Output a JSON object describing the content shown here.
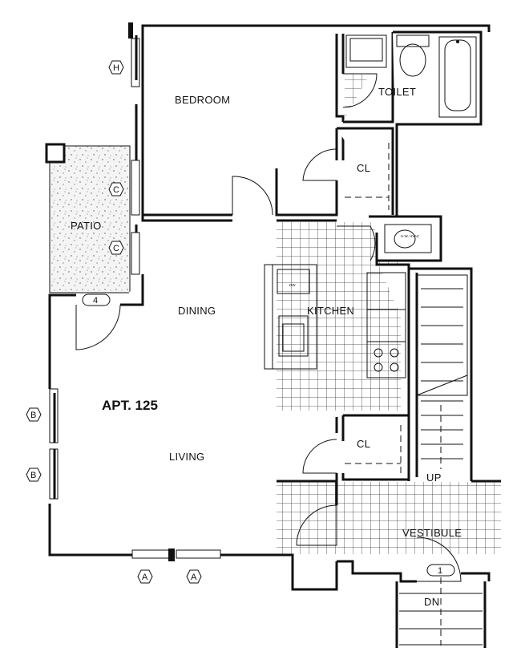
{
  "rooms": {
    "bedroom": "BEDROOM",
    "toilet": "TOILET",
    "closet_top": "CL",
    "patio": "PATIO",
    "dining": "DINING",
    "kitchen": "KITCHEN",
    "apartment": "APT. 125",
    "living": "LIVING",
    "closet_bottom": "CL",
    "vestibule": "VESTIBULE",
    "stairs_up": "UP",
    "stairs_down": "DN"
  },
  "fixtures": {
    "dishwasher": "DW",
    "water_heater": "H.W. HVAC"
  },
  "window_tags": {
    "h": "H",
    "c1": "C",
    "c2": "C",
    "b1": "B",
    "b2": "B",
    "a1": "A",
    "a2": "A"
  },
  "door_tags": {
    "patio_door": "4",
    "entry_door": "1"
  }
}
